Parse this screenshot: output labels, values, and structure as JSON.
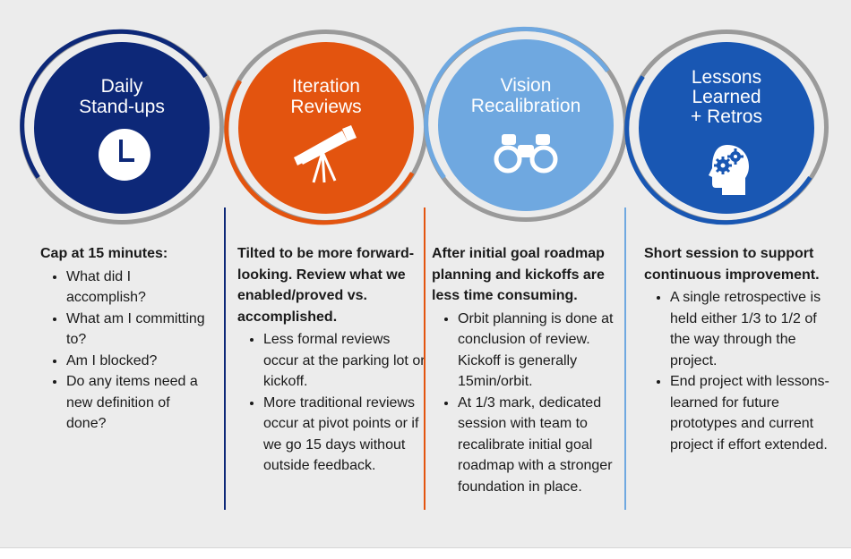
{
  "colors": {
    "navy": "#0d2878",
    "orange": "#e3540f",
    "light_blue": "#6fa8e0",
    "royal_blue": "#1957b3",
    "ring_gray": "#9a9a9a",
    "panel_bg": "#ececec"
  },
  "columns": [
    {
      "title_lines": [
        "Daily",
        "Stand-ups"
      ],
      "icon": "clock-icon",
      "lead": "Cap at 15 minutes:",
      "bullets": [
        "What did I accomplish?",
        "What am I committing to?",
        "Am I blocked?",
        "Do any items need a new definition of done?"
      ]
    },
    {
      "title_lines": [
        "Iteration",
        "Reviews"
      ],
      "icon": "telescope-icon",
      "lead": "Tilted to be more forward-looking. Review what we enabled/proved vs. accomplished.",
      "bullets": [
        "Less formal reviews occur at the parking lot or kickoff.",
        "More traditional reviews occur at pivot points or if we go 15 days without outside feedback."
      ]
    },
    {
      "title_lines": [
        "Vision",
        "Recalibration"
      ],
      "icon": "binoculars-icon",
      "lead": "After initial goal roadmap planning and kickoffs are less time consuming.",
      "bullets": [
        "Orbit planning is done at conclusion of review. Kickoff is generally 15min/orbit.",
        "At 1/3 mark, dedicated session with team to recalibrate initial goal roadmap with a stronger foundation in place."
      ]
    },
    {
      "title_lines": [
        "Lessons",
        "Learned",
        "+ Retros"
      ],
      "icon": "head-gears-icon",
      "lead": "Short session to support continuous improvement.",
      "bullets": [
        "A single retrospective is held either 1/3 to 1/2 of the way through the project.",
        "End project with lessons-learned for future prototypes and current project if effort extended."
      ]
    }
  ]
}
